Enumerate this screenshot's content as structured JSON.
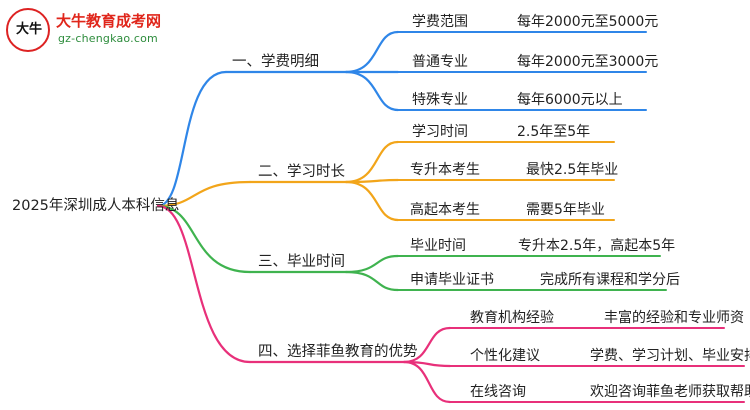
{
  "logo": {
    "title": "大牛教育成考网",
    "url": "gz-chengkao.com",
    "badge_text": "大牛"
  },
  "root": {
    "label": "2025年深圳成人本科信息"
  },
  "branches": [
    {
      "label": "一、学费明细",
      "color": "#2f86e8",
      "items": [
        {
          "key": "学费范围",
          "value": "每年2000元至5000元"
        },
        {
          "key": "普通专业",
          "value": "每年2000元至3000元"
        },
        {
          "key": "特殊专业",
          "value": "每年6000元以上"
        }
      ]
    },
    {
      "label": "二、学习时长",
      "color": "#f2a51a",
      "items": [
        {
          "key": "学习时间",
          "value": "2.5年至5年"
        },
        {
          "key": "专升本考生",
          "value": "最快2.5年毕业"
        },
        {
          "key": "高起本考生",
          "value": "需要5年毕业"
        }
      ]
    },
    {
      "label": "三、毕业时间",
      "color": "#3fb34f",
      "items": [
        {
          "key": "毕业时间",
          "value": "专升本2.5年，高起本5年"
        },
        {
          "key": "申请毕业证书",
          "value": "完成所有课程和学分后"
        }
      ]
    },
    {
      "label": "四、选择菲鱼教育的优势",
      "color": "#e8307a",
      "items": [
        {
          "key": "教育机构经验",
          "value": "丰富的经验和专业师资"
        },
        {
          "key": "个性化建议",
          "value": "学费、学习计划、毕业安排"
        },
        {
          "key": "在线咨询",
          "value": "欢迎咨询菲鱼老师获取帮助"
        }
      ]
    }
  ]
}
